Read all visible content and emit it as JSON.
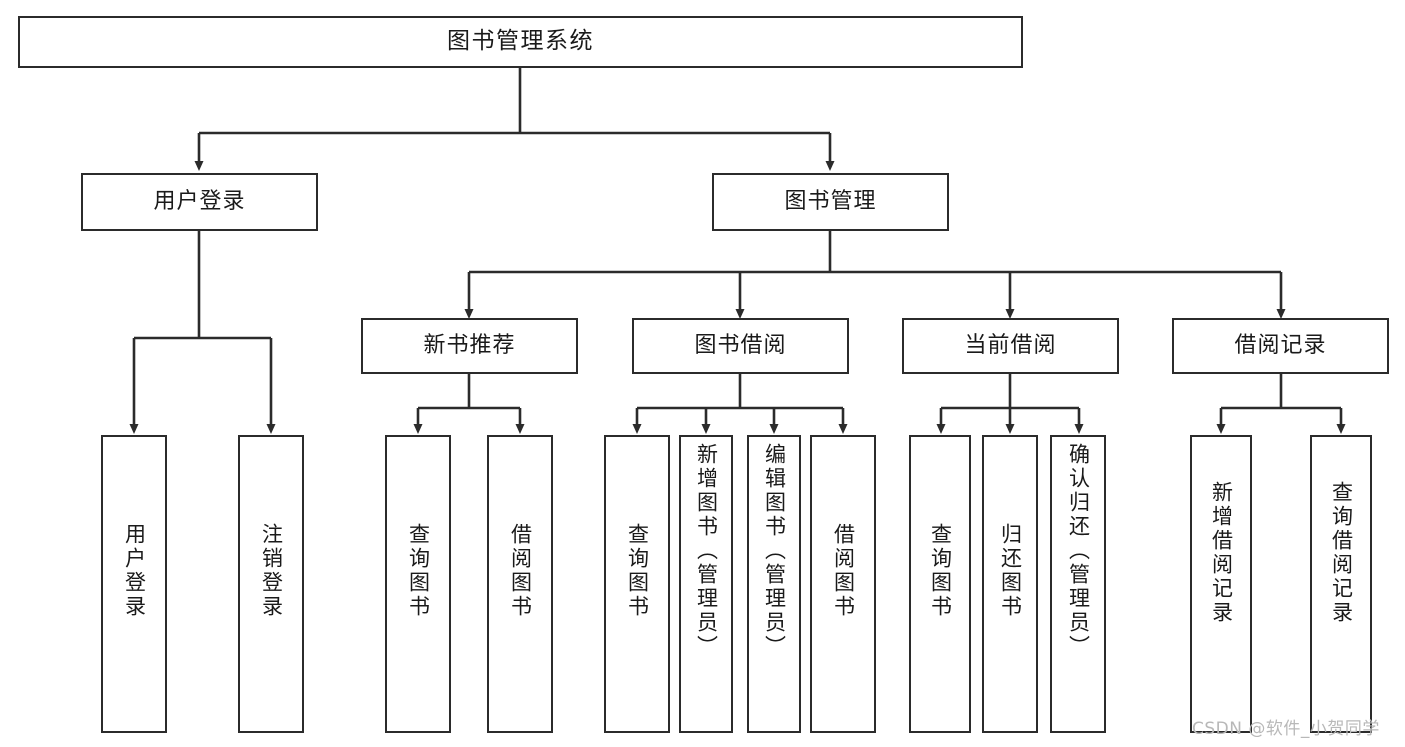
{
  "diagram": {
    "title": "图书管理系统",
    "type": "functional-structure-tree",
    "background_color": "#ffffff",
    "line_color": "#2b2b2b",
    "text_color": "#1a1a1a"
  },
  "nodes": {
    "root": {
      "label": "图书管理系统"
    },
    "level2": [
      {
        "id": "user-login",
        "label": "用户登录"
      },
      {
        "id": "book-manage",
        "label": "图书管理"
      }
    ],
    "level3": [
      {
        "id": "new-book-recommend",
        "label": "新书推荐"
      },
      {
        "id": "book-borrow",
        "label": "图书借阅"
      },
      {
        "id": "current-borrow",
        "label": "当前借阅"
      },
      {
        "id": "borrow-record",
        "label": "借阅记录"
      }
    ],
    "leaves": {
      "user_login": [
        {
          "id": "leaf-user-login",
          "label": "用户登录"
        },
        {
          "id": "leaf-logout-login",
          "label": "注销登录"
        }
      ],
      "new_book_recommend": [
        {
          "id": "leaf-query-book-1",
          "label": "查询图书"
        },
        {
          "id": "leaf-borrow-book-1",
          "label": "借阅图书"
        }
      ],
      "book_borrow": [
        {
          "id": "leaf-query-book-2",
          "label": "查询图书"
        },
        {
          "id": "leaf-add-book",
          "label": "新增图书（管理员）"
        },
        {
          "id": "leaf-edit-book",
          "label": "编辑图书（管理员）"
        },
        {
          "id": "leaf-borrow-book-2",
          "label": "借阅图书"
        }
      ],
      "current_borrow": [
        {
          "id": "leaf-query-book-3",
          "label": "查询图书"
        },
        {
          "id": "leaf-return-book",
          "label": "归还图书"
        },
        {
          "id": "leaf-confirm-return",
          "label": "确认归还（管理员）"
        }
      ],
      "borrow_record": [
        {
          "id": "leaf-add-record",
          "label": "新增借阅记录"
        },
        {
          "id": "leaf-query-record",
          "label": "查询借阅记录"
        }
      ]
    }
  },
  "watermark": {
    "text": "CSDN @软件_小贺同学"
  }
}
